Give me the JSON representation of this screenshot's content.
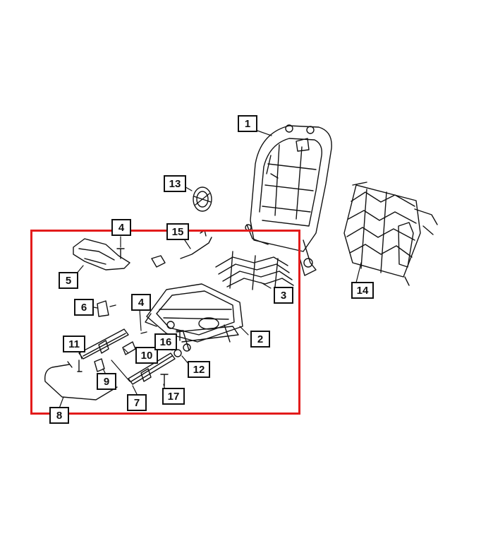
{
  "diagram": {
    "highlight_color": "#e31b1b",
    "line_color": "#111111",
    "callouts": [
      {
        "id": "c1",
        "label": "1"
      },
      {
        "id": "c2",
        "label": "2"
      },
      {
        "id": "c3",
        "label": "3"
      },
      {
        "id": "c4a",
        "label": "4"
      },
      {
        "id": "c4b",
        "label": "4"
      },
      {
        "id": "c5",
        "label": "5"
      },
      {
        "id": "c6",
        "label": "6"
      },
      {
        "id": "c7",
        "label": "7"
      },
      {
        "id": "c8",
        "label": "8"
      },
      {
        "id": "c9",
        "label": "9"
      },
      {
        "id": "c10",
        "label": "10"
      },
      {
        "id": "c11",
        "label": "11"
      },
      {
        "id": "c12",
        "label": "12"
      },
      {
        "id": "c13",
        "label": "13"
      },
      {
        "id": "c14",
        "label": "14"
      },
      {
        "id": "c15",
        "label": "15"
      },
      {
        "id": "c16",
        "label": "16"
      },
      {
        "id": "c17",
        "label": "17"
      }
    ]
  }
}
